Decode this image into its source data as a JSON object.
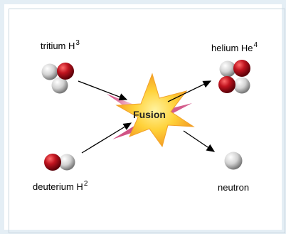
{
  "labels": {
    "tritium": {
      "name": "tritium H",
      "sup": "3"
    },
    "deuterium": {
      "name": "deuterium H",
      "sup": "2"
    },
    "helium": {
      "name": "helium  He",
      "sup": "4"
    },
    "neutron": {
      "name": "neutron"
    },
    "center": "Fusion"
  },
  "colors": {
    "proton": "#b3121d",
    "neutron": "#d6d6d6",
    "star_core": "#ffd84a",
    "star_edge": "#f39a1f",
    "flare": "#c2185b"
  }
}
